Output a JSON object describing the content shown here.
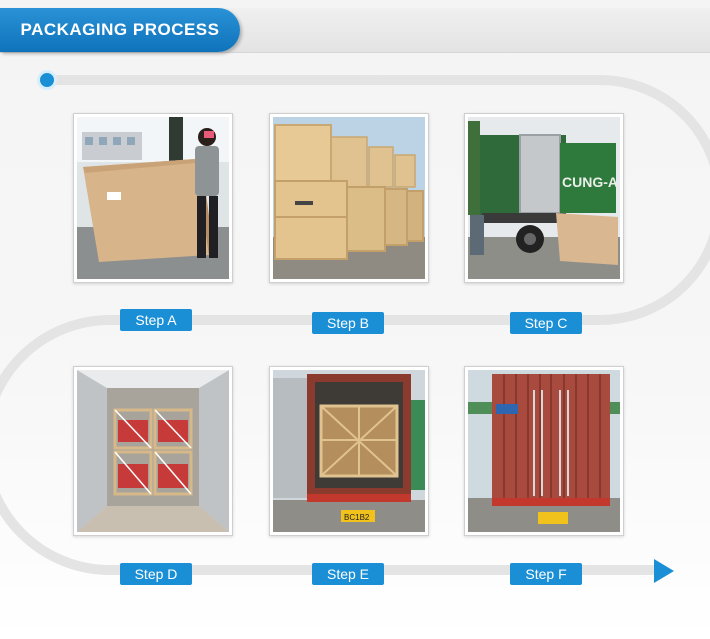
{
  "header": {
    "title": "PACKAGING PROCESS"
  },
  "colors": {
    "accent": "#1a8fd6",
    "track": "#e4e4e4",
    "header_tab": "#1978c2"
  },
  "steps": [
    {
      "label": "Step A",
      "photo": "worker-with-wooden-crate"
    },
    {
      "label": "Step B",
      "photo": "stacked-wooden-crates"
    },
    {
      "label": "Step C",
      "photo": "crate-loading-into-container-truck"
    },
    {
      "label": "Step D",
      "photo": "crates-inside-container"
    },
    {
      "label": "Step E",
      "photo": "container-with-open-doors-on-truck"
    },
    {
      "label": "Step F",
      "photo": "sealed-container-on-truck"
    }
  ]
}
